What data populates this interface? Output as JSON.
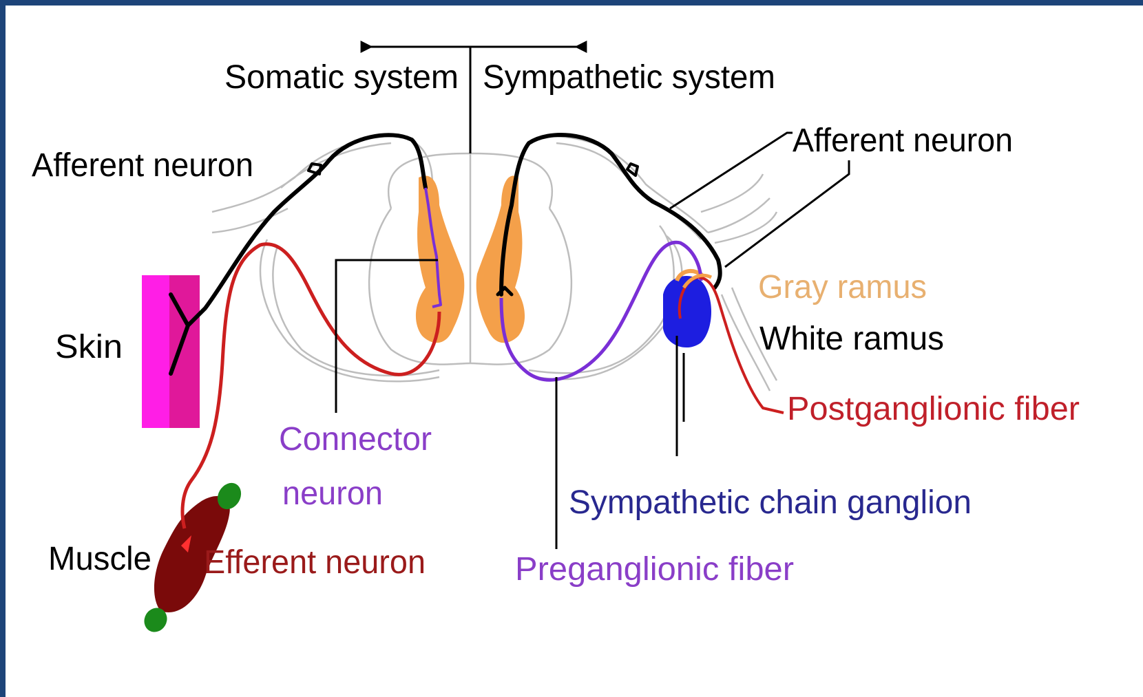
{
  "labels": {
    "somatic_system": "Somatic system",
    "sympathetic_system": "Sympathetic system",
    "afferent_neuron_left": "Afferent neuron",
    "afferent_neuron_right": "Afferent neuron",
    "skin": "Skin",
    "connector_neuron_line1": "Connector",
    "connector_neuron_line2": "neuron",
    "muscle": "Muscle",
    "efferent_neuron": "Efferent neuron",
    "gray_ramus": "Gray ramus",
    "white_ramus": "White ramus",
    "postganglionic_fiber": "Postganglionic fiber",
    "sympathetic_chain_ganglion": "Sympathetic chain ganglion",
    "preganglionic_fiber": "Preganglionic fiber"
  },
  "colors": {
    "background_border": "#1d4479",
    "afferent": "#000000",
    "efferent": "#cc1f1f",
    "connector": "#7a2fd6",
    "preganglionic": "#7a2fd6",
    "gray_matter": "#f4a04a",
    "gray_ramus_text": "#e8b070",
    "ganglion": "#1d1ee0",
    "skin_light": "#ff1ee6",
    "skin_dark": "#e0189a",
    "muscle": "#7a0a0a",
    "tendon": "#1b8a1b",
    "efferent_text": "#9a1a1a",
    "postganglionic_text": "#c0202a",
    "ganglion_text": "#28288f",
    "connector_text": "#8a3ec8"
  }
}
